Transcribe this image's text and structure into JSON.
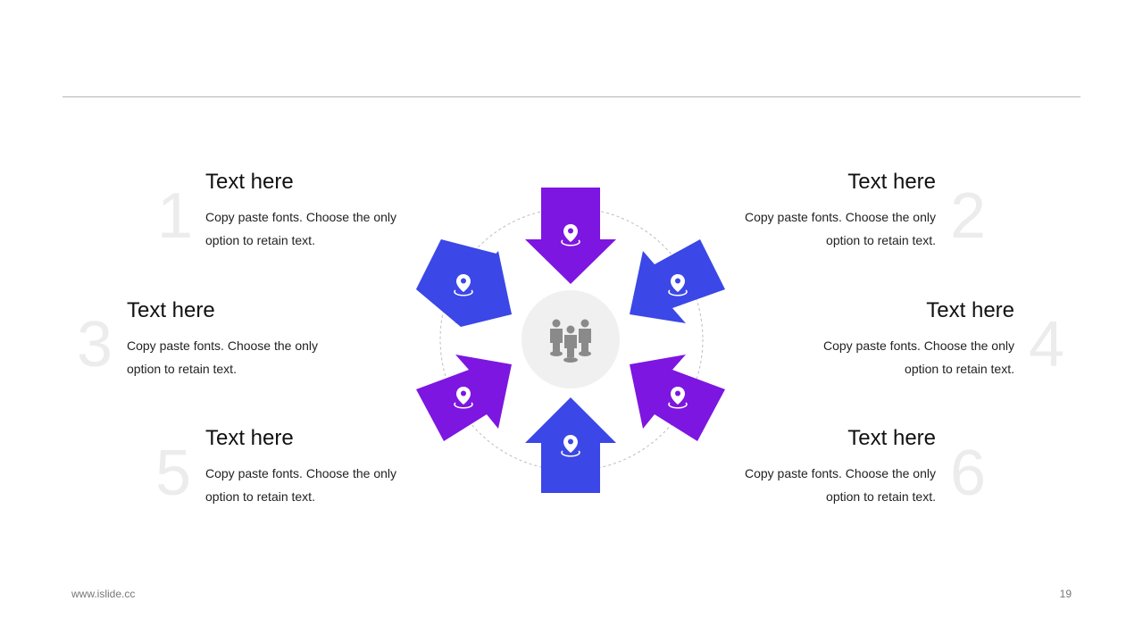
{
  "colors": {
    "purple": "#7d16e0",
    "blue": "#3b47e6",
    "accent_light": "#f0f0f0",
    "people_icon": "#8a8a8a"
  },
  "center_icon": "people-group-icon",
  "arrow_icon": "location-pin-icon",
  "items": [
    {
      "number": "1",
      "title": "Text here",
      "line1": "Copy paste fonts. Choose the only",
      "line2": "option to retain text."
    },
    {
      "number": "2",
      "title": "Text here",
      "line1": "Copy paste fonts. Choose the only",
      "line2": "option to retain text."
    },
    {
      "number": "3",
      "title": "Text here",
      "line1": "Copy paste fonts. Choose the only",
      "line2": "option to retain text."
    },
    {
      "number": "4",
      "title": "Text here",
      "line1": "Copy paste fonts. Choose the only",
      "line2": "option to retain text."
    },
    {
      "number": "5",
      "title": "Text here",
      "line1": "Copy paste fonts. Choose the only",
      "line2": "option to retain text."
    },
    {
      "number": "6",
      "title": "Text here",
      "line1": "Copy paste fonts. Choose the only",
      "line2": "option to retain text."
    }
  ],
  "footer": {
    "website": "www.islide.cc",
    "page_number": "19"
  }
}
